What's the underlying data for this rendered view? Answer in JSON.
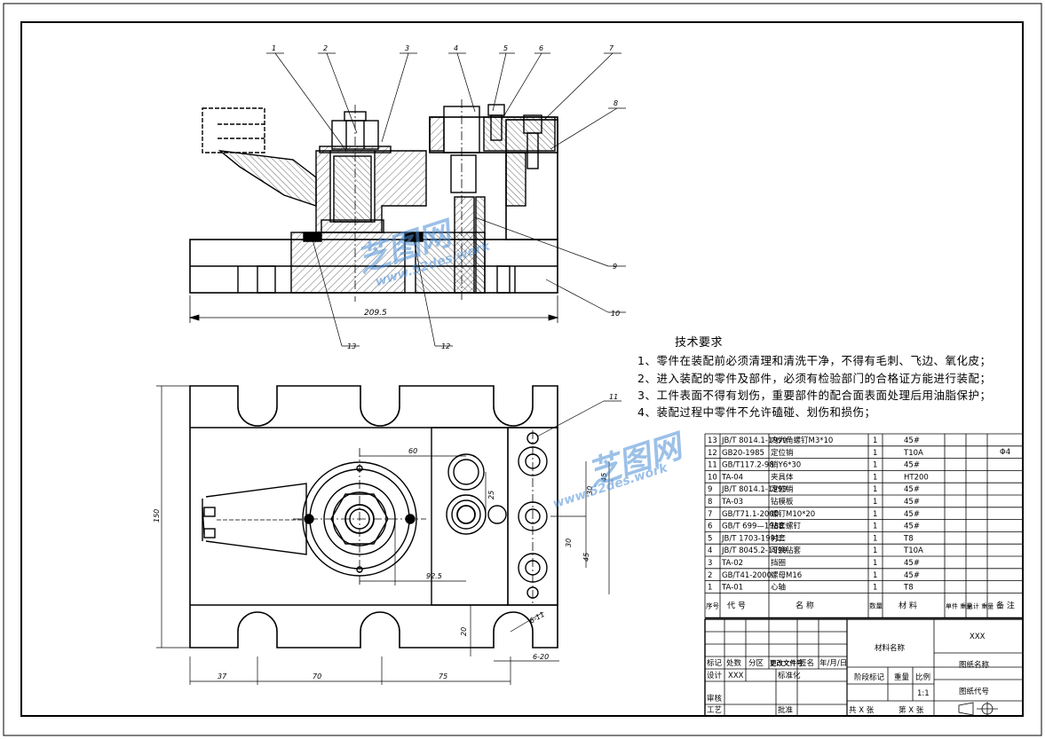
{
  "balloons": [
    "1",
    "2",
    "3",
    "4",
    "5",
    "6",
    "7",
    "8",
    "9",
    "10",
    "11",
    "12",
    "13"
  ],
  "dimensions": {
    "front_overall": "209.5",
    "d60": "60",
    "d25": "25",
    "d30a": "30",
    "d45a": "45",
    "d30b": "30",
    "d45b": "45",
    "d92_5": "92.5",
    "d20": "20",
    "d6_11": "6-11",
    "d6_20": "6-20",
    "d150": "150",
    "d37": "37",
    "d70": "70",
    "d75": "75",
    "phi4": "Φ4"
  },
  "requirements": {
    "title": "技术要求",
    "items": [
      "1、零件在装配前必须清理和清洗干净，不得有毛刺、飞边、氧化皮；",
      "2、进入装配的零件及部件，必须有检验部门的合格证方能进行装配；",
      "3、工件表面不得有划伤，重要部件的配合面表面处理后用油脂保护；",
      "4、装配过程中零件不允许磕碰、划伤和损伤；"
    ]
  },
  "bom": {
    "rows": [
      {
        "no": "13",
        "code": "JB/T 8014.1-1999",
        "name": "内六角螺钉M3*10",
        "qty": "1",
        "mat": "45#",
        "note": "Φ4"
      },
      {
        "no": "12",
        "code": "GB20-1985",
        "name": "定位销",
        "qty": "1",
        "mat": "T10A",
        "note": ""
      },
      {
        "no": "11",
        "code": "GB/T117.2-98",
        "name": "销Y6*30",
        "qty": "1",
        "mat": "45#",
        "note": ""
      },
      {
        "no": "10",
        "code": "TA-04",
        "name": "夹具体",
        "qty": "1",
        "mat": "HT200",
        "note": ""
      },
      {
        "no": "9",
        "code": "JB/T 8014.1-1999",
        "name": "定位销",
        "qty": "1",
        "mat": "45#",
        "note": ""
      },
      {
        "no": "8",
        "code": "TA-03",
        "name": "钻模板",
        "qty": "1",
        "mat": "45#",
        "note": ""
      },
      {
        "no": "7",
        "code": "GB/T71.1-2000",
        "name": "螺钉M10*20",
        "qty": "1",
        "mat": "45#",
        "note": ""
      },
      {
        "no": "6",
        "code": "GB/T 699—1988",
        "name": "钻套螺钉",
        "qty": "1",
        "mat": "45#",
        "note": ""
      },
      {
        "no": "5",
        "code": "JB/T 1703-1991",
        "name": "衬套",
        "qty": "1",
        "mat": "T8",
        "note": ""
      },
      {
        "no": "4",
        "code": "JB/T 8045.2-1999",
        "name": "可换钻套",
        "qty": "1",
        "mat": "T10A",
        "note": ""
      },
      {
        "no": "3",
        "code": "TA-02",
        "name": "挡圈",
        "qty": "1",
        "mat": "45#",
        "note": ""
      },
      {
        "no": "2",
        "code": "GB/T41-2000",
        "name": "螺母M16",
        "qty": "1",
        "mat": "45#",
        "note": ""
      },
      {
        "no": "1",
        "code": "TA-01",
        "name": "心轴",
        "qty": "1",
        "mat": "T8",
        "note": ""
      }
    ],
    "header": {
      "no": "序号",
      "code": "代 号",
      "name": "名 称",
      "qty": "数量",
      "mat": "材 料",
      "unit_w": "单件 重量",
      "total_w": "总计 重量",
      "note": "备 注"
    }
  },
  "title_block": {
    "mark": "标记",
    "count": "处数",
    "zone": "分区",
    "change_doc": "更改文件号",
    "sign": "签名",
    "date": "年/月/日",
    "design": "设计",
    "designer": "XXX",
    "standard": "标准化",
    "review": "审核",
    "process": "工艺",
    "approve": "批准",
    "material": "材料名称",
    "stage": "阶段标记",
    "weight": "重量",
    "scale_label": "比例",
    "scale": "1:1",
    "company": "XXX",
    "drawing_name": "图纸名称",
    "drawing_no": "图纸代号",
    "total_sheets": "共 X 张",
    "sheet_no": "第 X 张"
  },
  "watermark": {
    "brand": "芝图网",
    "url": "www.52des.work"
  }
}
